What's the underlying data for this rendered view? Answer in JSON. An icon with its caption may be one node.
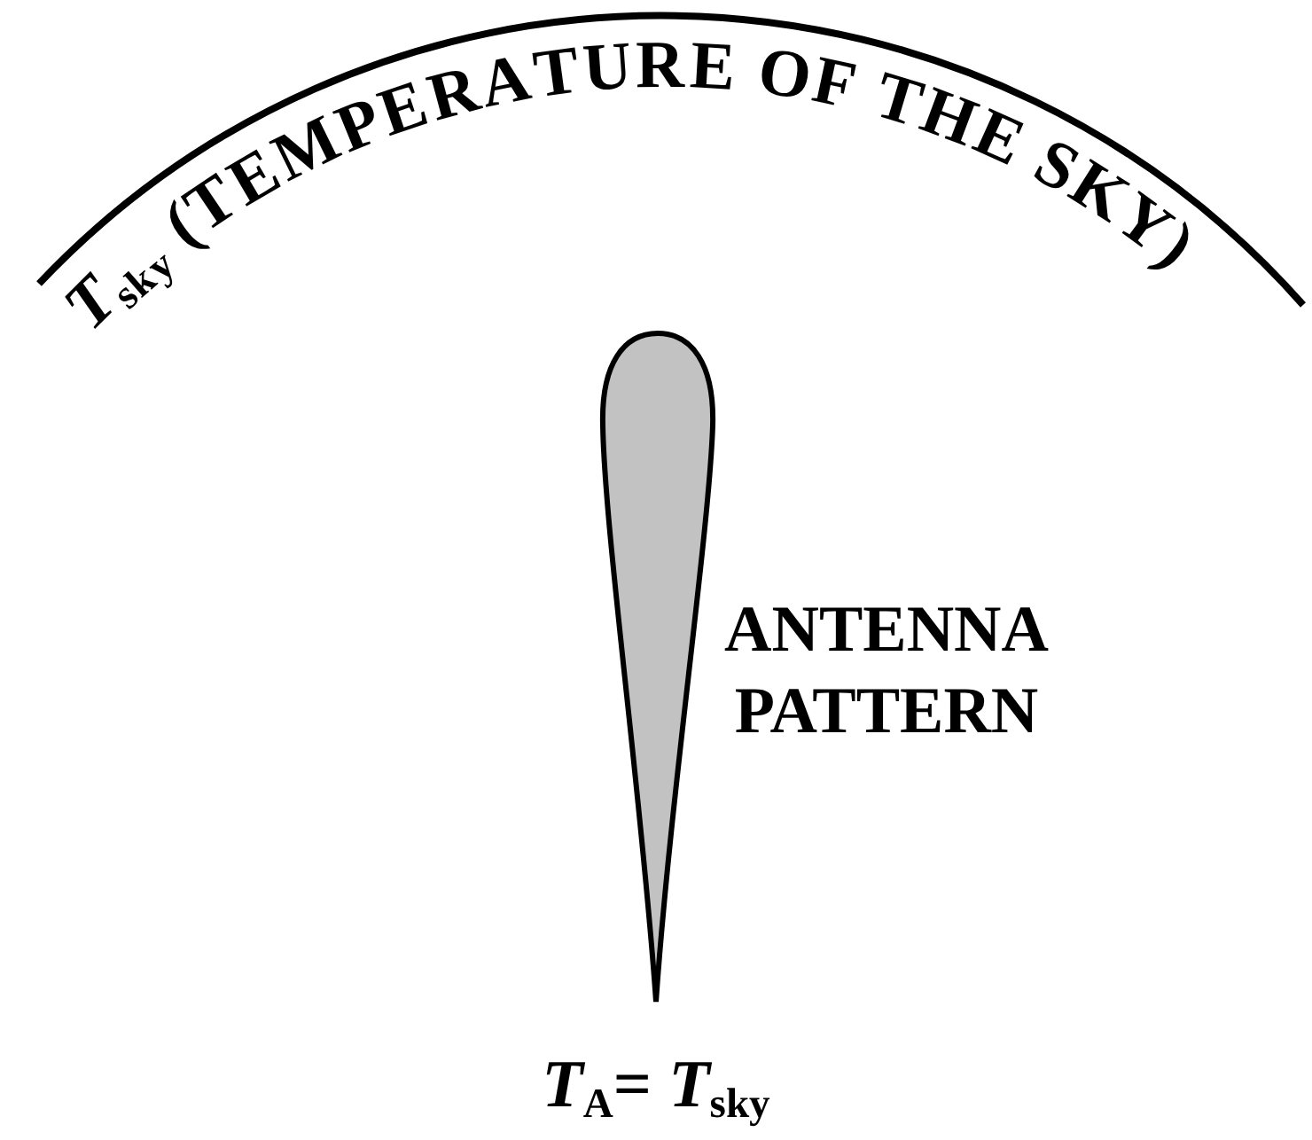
{
  "diagram": {
    "labels": [
      "*T*$_{sky}$ (TEMPERATURE OF THE SKY)",
      "ANTENNA PATTERN",
      "*T*$_{A}$= *T*$_{sky}$"
    ]
  }
}
